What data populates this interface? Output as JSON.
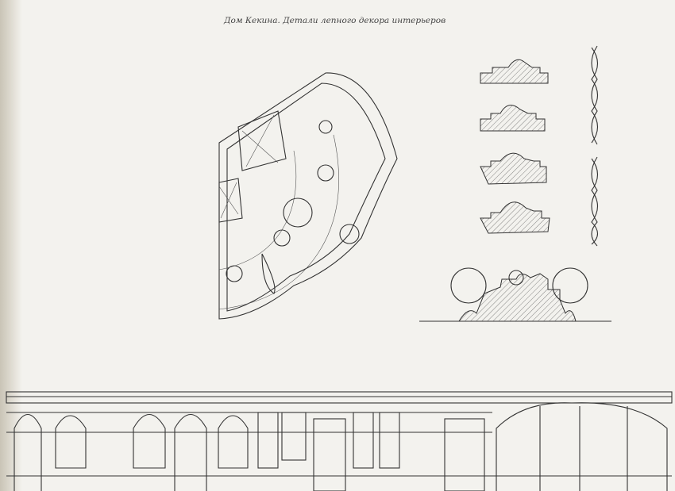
{
  "page": {
    "title": "Дом Кекина. Детали лепного декора интерьеров"
  },
  "figures": [
    "ceiling-quarter-plan",
    "cornice-profiles",
    "vertical-ornament-friezes",
    "large-cornice-profile",
    "wall-elevation"
  ]
}
